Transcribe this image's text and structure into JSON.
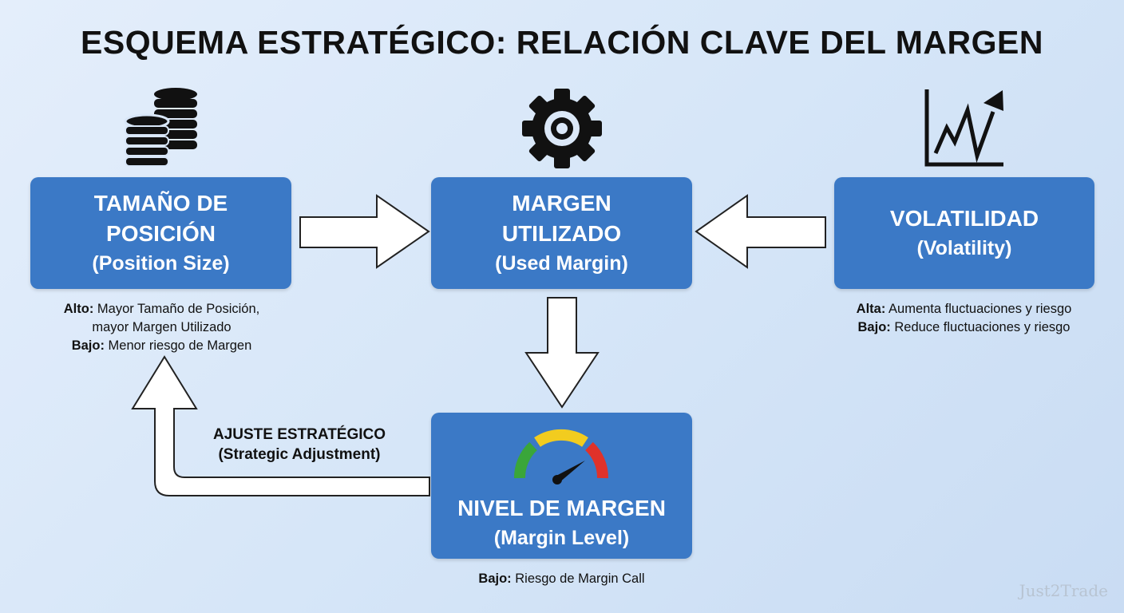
{
  "title": "ESQUEMA ESTRATÉGICO: RELACIÓN CLAVE DEL MARGEN",
  "nodes": {
    "position_size": {
      "line1": "TAMAÑO DE",
      "line2": "POSICIÓN",
      "subtitle": "(Position Size)",
      "icon": "coins-stack-icon"
    },
    "used_margin": {
      "line1": "MARGEN",
      "line2": "UTILIZADO",
      "subtitle": "(Used Margin)",
      "icon": "gear-icon"
    },
    "volatility": {
      "line1": "VOLATILIDAD",
      "subtitle": "(Volatility)",
      "icon": "rising-chart-icon"
    },
    "margin_level": {
      "line1": "NIVEL DE MARGEN",
      "subtitle": "(Margin Level)",
      "icon": "gauge-icon"
    }
  },
  "notes": {
    "position_size": {
      "high_label": "Alto:",
      "high_text": " Mayor Tamaño de Posición,",
      "high_text2": "mayor Margen Utilizado",
      "low_label": "Bajo:",
      "low_text": " Menor riesgo de Margen"
    },
    "volatility": {
      "high_label": "Alta:",
      "high_text": " Aumenta fluctuaciones y riesgo",
      "low_label": "Bajo:",
      "low_text": " Reduce fluctuaciones y riesgo"
    },
    "margin_level": {
      "low_label": "Bajo:",
      "low_text": " Riesgo de Margin Call"
    }
  },
  "feedback": {
    "line1": "AJUSTE ESTRATÉGICO",
    "line2": "(Strategic Adjustment)"
  },
  "watermark": "Just2Trade",
  "colors": {
    "box": "#3b79c6",
    "gauge_green": "#3aa63a",
    "gauge_yellow": "#f2cc1f",
    "gauge_red": "#e0322a"
  }
}
